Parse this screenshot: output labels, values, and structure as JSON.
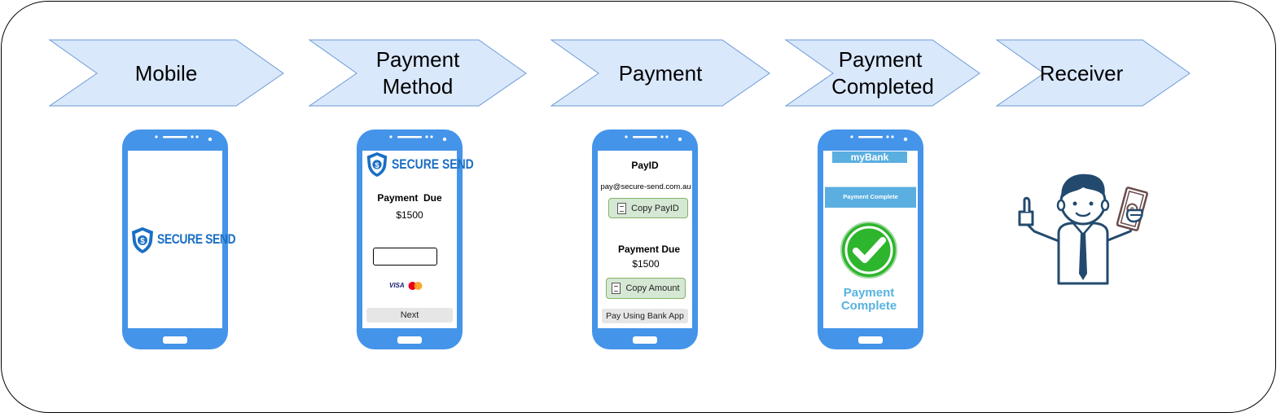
{
  "steps": [
    {
      "label_lines": [
        "Mobile"
      ]
    },
    {
      "label_lines": [
        "Payment",
        "Method"
      ]
    },
    {
      "label_lines": [
        "Payment"
      ]
    },
    {
      "label_lines": [
        "Payment",
        "Completed"
      ]
    },
    {
      "label_lines": [
        "Receiver"
      ]
    }
  ],
  "brand": {
    "name": "SECURE SEND"
  },
  "phone2": {
    "due_label": "Payment  Due",
    "due_amount": "$1500",
    "card_visa": "VISA",
    "next_button": "Next"
  },
  "phone3": {
    "payid_title": "PayID",
    "payid_email": "pay@secure-send.com.au",
    "copy_payid_button": "Copy PayID",
    "due_label": "Payment Due",
    "due_amount": "$1500",
    "copy_amount_button": "Copy Amount",
    "bank_app_button": "Pay Using Bank App"
  },
  "phone4": {
    "bank_name": "myBank",
    "banner_text": "Payment Complete",
    "complete_line1": "Payment",
    "complete_line2": "Complete"
  },
  "colors": {
    "arrow_fill": "#dae8fc",
    "arrow_stroke": "#6c9bd6",
    "phone_blue": "#4494e9",
    "brand_blue": "#1a6fc4",
    "check_green": "#2db62d",
    "bank_bar": "#5aaee0",
    "complete_text": "#56b3e0",
    "person_navy": "#234a6e"
  }
}
